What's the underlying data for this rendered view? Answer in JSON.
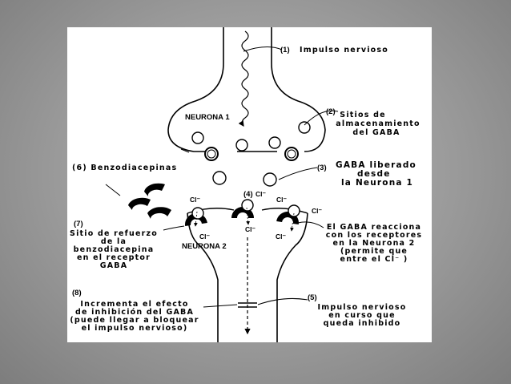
{
  "labels": {
    "impulso_num": "(1)",
    "impulso_text": "Impulso nervioso",
    "neurona1": "NEURONA 1",
    "sitios_num": "(2)",
    "sitios_l1": "Sitios de",
    "sitios_l2": "almacenamiento",
    "sitios_l3": "del GABA",
    "benzo": "(6) Benzodiacepinas",
    "gaba_num": "(3)",
    "gaba_l1": "GABA liberado",
    "gaba_l2": "desde",
    "gaba_l3": "la Neurona 1",
    "num4": "(4)",
    "refuerzo_num": "(7)",
    "refuerzo_l1": "Sitio de refuerzo",
    "refuerzo_l2": "de la",
    "refuerzo_l3": "benzodiacepina",
    "refuerzo_l4": "en el receptor",
    "refuerzo_l5": "GABA",
    "neurona2": "NEURONA 2",
    "reacciona_l1": "El GABA reacciona",
    "reacciona_l2": "con los receptores",
    "reacciona_l3": "en la Neurona 2",
    "reacciona_l4": "(permite que",
    "reacciona_l5": "entre el Cl⁻ )",
    "incrementa_num": "(8)",
    "incrementa_l1": "Incrementa el efecto",
    "incrementa_l2": "de inhibición del GABA",
    "incrementa_l3": "(puede llegar a bloquear",
    "incrementa_l4": "el impulso nervioso)",
    "curso_num": "(5)",
    "curso_l1": "Impulso nervioso",
    "curso_l2": "en curso que",
    "curso_l3": "queda inhibido",
    "cl": "Cl⁻"
  }
}
